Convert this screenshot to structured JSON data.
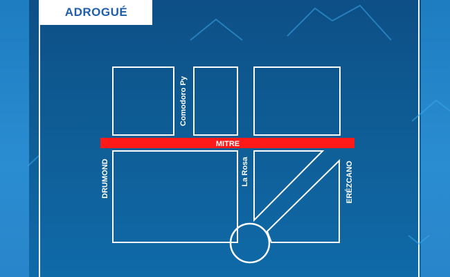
{
  "header": {
    "title": "ADROGUÉ"
  },
  "streets": {
    "main": "MITRE",
    "comodoro": "Comodoro Py",
    "drumond": "DRUMOND",
    "larosa": "La Rosa",
    "erezcano": "ERÉZCANO"
  },
  "colors": {
    "background": "#0f5f98",
    "main_street": "#ff1a1a",
    "block_outline": "#ffffff",
    "title_text": "#1f5ea8"
  }
}
